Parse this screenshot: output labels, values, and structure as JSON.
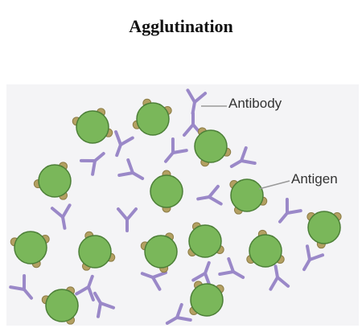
{
  "title": "Agglutination",
  "labels": {
    "antibody": "Antibody",
    "antigen": "Antigen"
  },
  "colors": {
    "antigen_fill": "#7ab75a",
    "antigen_stroke": "#4c7f37",
    "epitope_fill": "#b3a062",
    "antibody_stroke": "#9a88c8",
    "leader_line": "#999999"
  }
}
